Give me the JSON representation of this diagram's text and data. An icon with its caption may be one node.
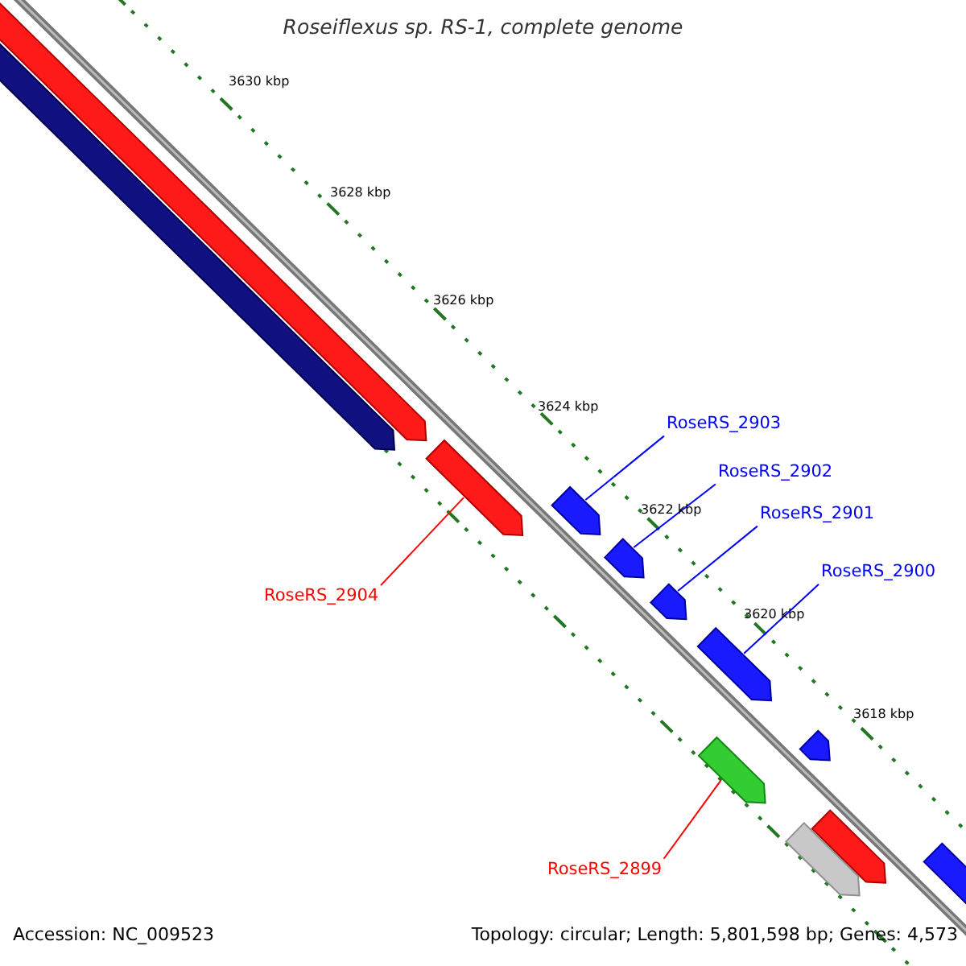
{
  "diagram": {
    "title": "Roseiflexus sp. RS-1, complete genome",
    "nodes": [
      {
        "text": [
          "RoseRS_2903"
        ]
      },
      {
        "text": [
          "RoseRS_2902"
        ]
      },
      {
        "text": [
          "RoseRS_2901"
        ]
      },
      {
        "text": [
          "RoseRS_2900"
        ]
      },
      {
        "text": [
          "RoseRS_2904"
        ]
      },
      {
        "text": [
          "RoseRS_2899"
        ]
      },
      {
        "text": [],
        "shape": "box"
      },
      {
        "text": [],
        "shape": "box"
      },
      {
        "text": [],
        "shape": "box"
      },
      {
        "text": [],
        "shape": "box"
      },
      {
        "text": [],
        "shape": "box"
      },
      {
        "text": [],
        "shape": "box"
      },
      {
        "text": [],
        "shape": "box"
      },
      {
        "text": [],
        "shape": "box"
      },
      {
        "text": [],
        "shape": "box"
      },
      {
        "text": [],
        "shape": "box"
      },
      {
        "text": [],
        "shape": "box"
      },
      {
        "text": [],
        "shape": "box"
      }
    ],
    "edges": [
      {
        "from": 0,
        "to": 6,
        "arrow": "none"
      },
      {
        "from": 1,
        "to": 7,
        "arrow": "none"
      },
      {
        "from": 2,
        "to": 8,
        "arrow": "none"
      },
      {
        "from": 3,
        "to": 9,
        "arrow": "none"
      },
      {
        "from": 4,
        "to": 10,
        "arrow": "none",
        "color": "#ff0000"
      },
      {
        "from": 5,
        "to": 11,
        "arrow": "none",
        "color": "#ff0000"
      }
    ],
    "labels": [
      "3630 kbp",
      "3628 kbp",
      "3626 kbp",
      "3624 kbp",
      "3622 kbp",
      "3620 kbp",
      "3618 kbp",
      "Accession: NC_009523",
      "Topology: circular; Length: 5,801,598 bp; Genes: 4,573"
    ]
  }
}
